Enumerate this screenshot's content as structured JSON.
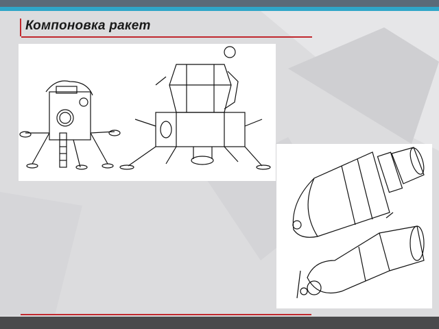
{
  "slide": {
    "title": "Компоновка ракет",
    "accent_color": "#c0272d",
    "background_color": "#dcdcde",
    "footer_color": "#4a4a4c"
  },
  "figures": [
    {
      "name": "lunar-module-drawings",
      "content": "line drawings of two lunar landers"
    },
    {
      "name": "spacecraft-drawings",
      "content": "line drawings of two spacecraft"
    }
  ]
}
